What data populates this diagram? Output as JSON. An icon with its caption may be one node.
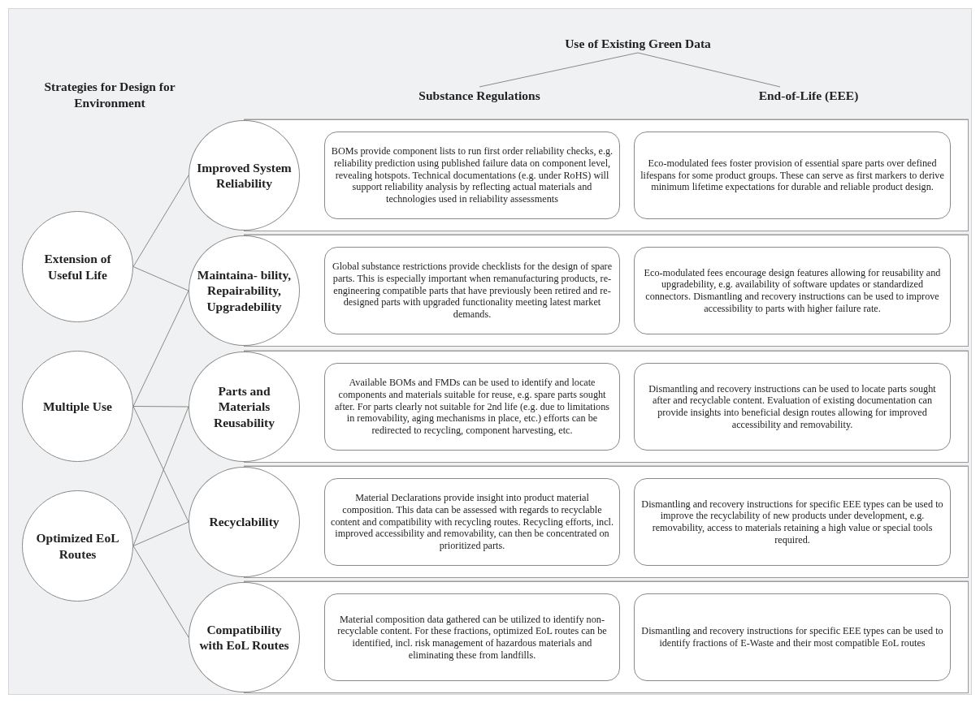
{
  "diagram": {
    "nodes": [
      {
        "text": [
          "Use of Existing Green Data"
        ]
      },
      {
        "text": [
          "Substance Regulations"
        ]
      },
      {
        "text": [
          "End-of-Life (EEE)"
        ]
      },
      {
        "text": [
          "Extension of Useful Life"
        ]
      },
      {
        "text": [
          "Multiple Use"
        ]
      },
      {
        "text": [
          "Optimized EoL Routes"
        ]
      },
      {
        "text": [
          "Improved System Reliability"
        ]
      },
      {
        "text": [],
        "shape": "box"
      },
      {
        "text": [
          "BOMs provide component lists to run first order reliability checks, e.g. reliability prediction using published failure data on component level, revealing hotspots. Technical documentations (e.g. under RoHS) will support reliability analysis by reflecting actual materials and technologies used in reliability assessments"
        ],
        "in": 7
      },
      {
        "text": [
          "Eco-modulated fees foster provision of essential spare parts over defined lifespans for some product groups. These can serve as first markers to derive minimum lifetime expectations for durable and reliable product design."
        ],
        "in": 7
      },
      {
        "text": [
          "Maintaina- bility, Repairability, Upgradebility"
        ]
      },
      {
        "text": [],
        "shape": "box"
      },
      {
        "text": [
          "Global substance restrictions provide checklists for the design of spare parts. This is especially important when remanufacturing products, re-engineering compatible parts that have previously been retired and re-designed parts with upgraded functionality meeting latest market demands."
        ],
        "in": 11
      },
      {
        "text": [
          "Eco-modulated fees encourage design features allowing for reusability and upgradebility, e.g. availability of software updates or standardized connectors. Dismantling and recovery instructions can be used to improve accessibility to parts with higher failure rate."
        ],
        "in": 11
      },
      {
        "text": [
          "Parts and Materials Reusability"
        ]
      },
      {
        "text": [],
        "shape": "box"
      },
      {
        "text": [
          "Available BOMs and FMDs can be used to identify and locate components and materials suitable for reuse, e.g. spare parts sought after. For parts clearly not suitable for 2nd life (e.g. due to limitations in removability, aging mechanisms in place, etc.) efforts can be redirected to recycling, component harvesting, etc."
        ],
        "in": 15
      },
      {
        "text": [
          "Dismantling and recovery instructions can be used to locate parts sought after and recyclable content. Evaluation of existing documentation can provide insights into beneficial design routes allowing for improved accessibility and removability."
        ],
        "in": 15
      },
      {
        "text": [
          "Recyclability"
        ]
      },
      {
        "text": [],
        "shape": "box"
      },
      {
        "text": [
          "Material Declarations provide insight into product material composition. This data can be assessed with regards to recyclable content and compatibility with recycling routes. Recycling efforts, incl. improved accessibility and removability, can then be concentrated on prioritized parts."
        ],
        "in": 19
      },
      {
        "text": [
          "Dismantling and recovery instructions for specific EEE types can be used to improve the recyclability of new products under development, e.g. removability, access to materials retaining a high value or special tools required."
        ],
        "in": 19
      },
      {
        "text": [
          "Compatibility with EoL Routes"
        ]
      },
      {
        "text": [],
        "shape": "box"
      },
      {
        "text": [
          "Material composition data gathered can be utilized to identify non-recyclable content. For these fractions, optimized EoL routes can be identified, incl. risk management of hazardous materials and eliminating these from landfills."
        ],
        "in": 23
      },
      {
        "text": [
          "Dismantling and recovery instructions for specific EEE types can be used to identify fractions of E-Waste and their most compatible EoL routes"
        ],
        "in": 23
      }
    ],
    "edges": [
      {
        "from": 0,
        "to": 1,
        "arrow": "none"
      },
      {
        "from": 0,
        "to": 2,
        "arrow": "none"
      },
      {
        "from": 3,
        "to": 6,
        "arrow": "none"
      },
      {
        "from": 3,
        "to": 10,
        "arrow": "none"
      },
      {
        "from": 4,
        "to": 10,
        "arrow": "none"
      },
      {
        "from": 4,
        "to": 14,
        "arrow": "none"
      },
      {
        "from": 4,
        "to": 18,
        "arrow": "none"
      },
      {
        "from": 5,
        "to": 14,
        "arrow": "none"
      },
      {
        "from": 5,
        "to": 18,
        "arrow": "none"
      },
      {
        "from": 5,
        "to": 22,
        "arrow": "none"
      }
    ],
    "labels": [
      "Strategies for Design for Environment"
    ]
  }
}
